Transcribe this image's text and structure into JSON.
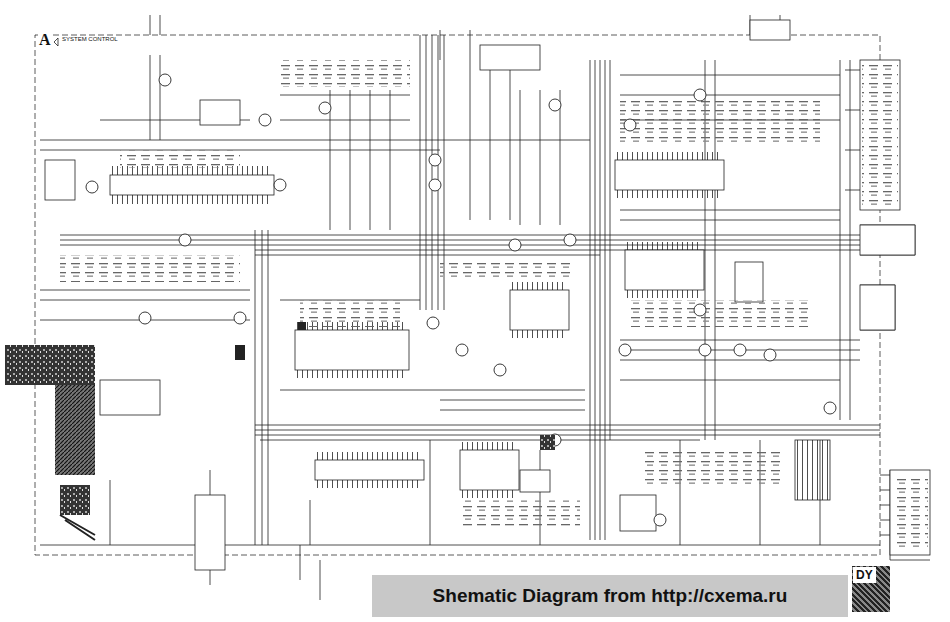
{
  "diagram": {
    "nodes": [
      {
        "text": [
          "Shematic Diagram from http://cxema.ru"
        ]
      },
      {
        "text": [
          "DY"
        ]
      }
    ],
    "labels": [
      "A",
      "SYSTEM CONTROL"
    ]
  }
}
